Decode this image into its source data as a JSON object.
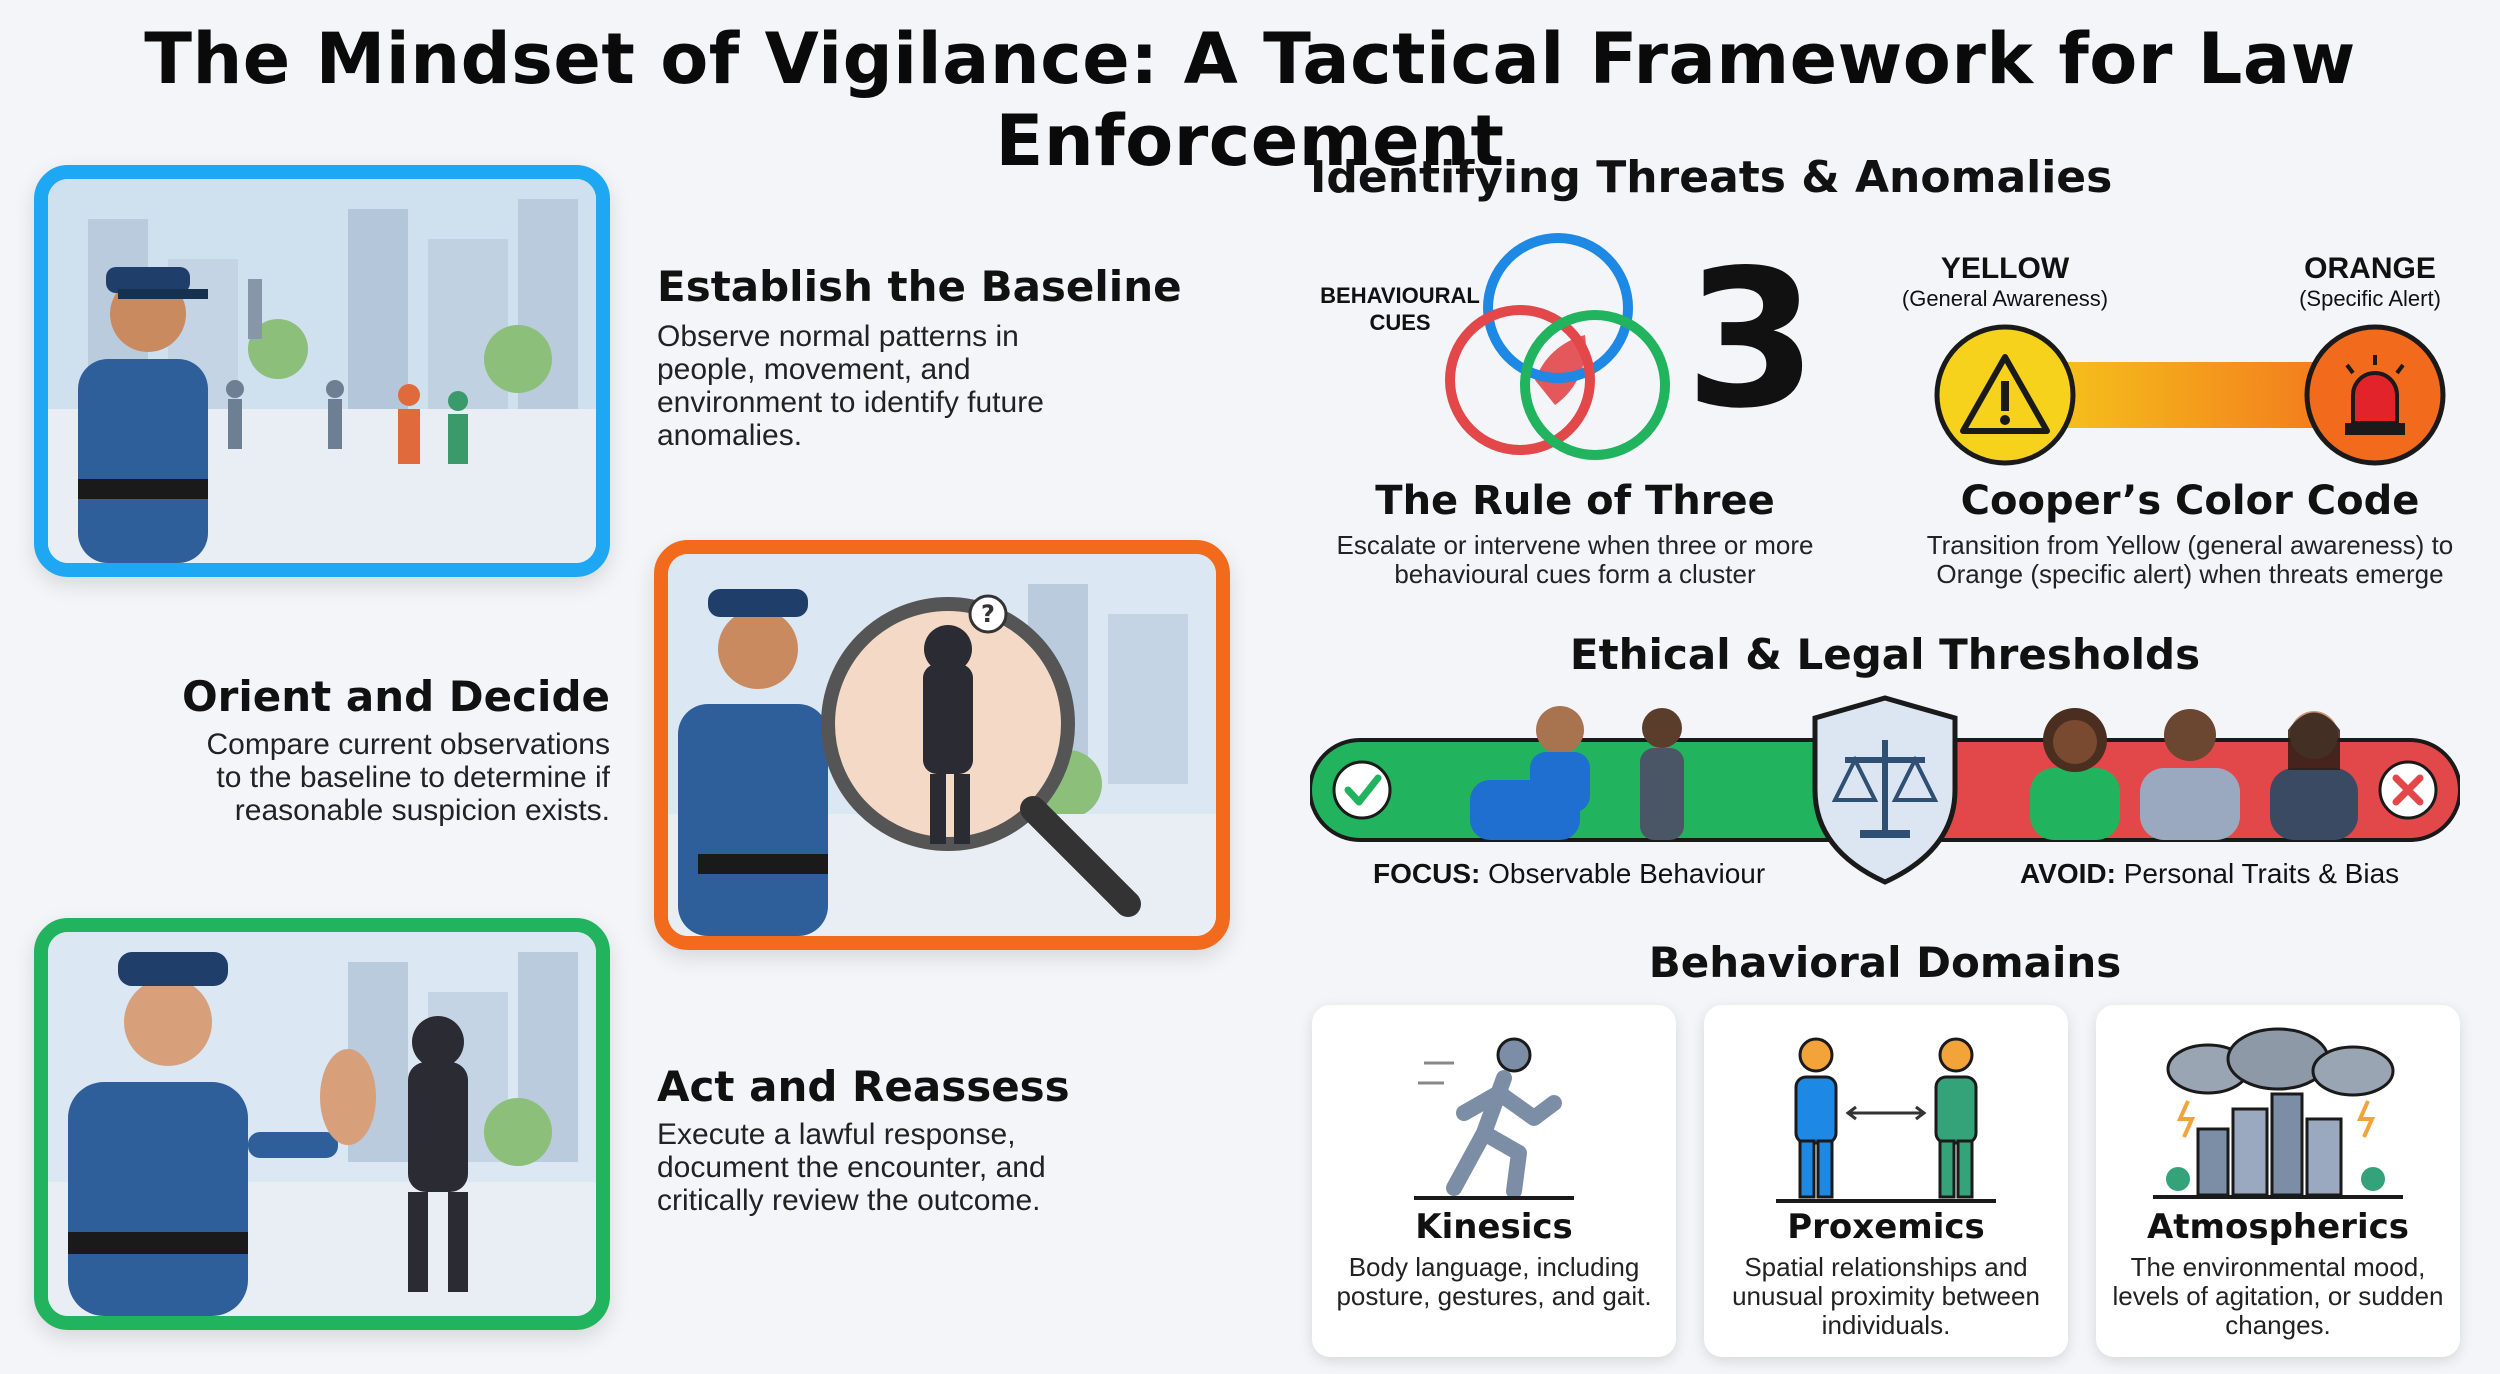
{
  "title": "The Mindset of Vigilance: A Tactical Framework for Law Enforcement",
  "steps": [
    {
      "title": "Establish the Baseline",
      "desc": "Observe normal patterns in people, movement, and environment to identify future anomalies."
    },
    {
      "title": "Orient and Decide",
      "desc": "Compare current observations to the baseline to determine if reasonable suspicion exists."
    },
    {
      "title": "Act and Reassess",
      "desc": "Execute a lawful response, document the encounter, and critically review the outcome."
    }
  ],
  "threats": {
    "heading": "Identifying Threats & Anomalies",
    "rule": {
      "cues_label": "BEHAVIOURAL CUES",
      "number": "3",
      "title": "The Rule of Three",
      "desc": "Escalate or intervene when three or more behavioural cues form a cluster"
    },
    "cooper": {
      "yellow_label": "YELLOW",
      "yellow_sub": "(General Awareness)",
      "orange_label": "ORANGE",
      "orange_sub": "(Specific Alert)",
      "title": "Cooper’s Color Code",
      "desc": "Transition from Yellow (general awareness) to Orange (specific alert) when threats emerge"
    }
  },
  "ethics": {
    "heading": "Ethical & Legal Thresholds",
    "focus_label": "FOCUS:",
    "focus_text": "Observable Behaviour",
    "avoid_label": "AVOID:",
    "avoid_text": "Personal Traits & Bias"
  },
  "domains": {
    "heading": "Behavioral Domains",
    "items": [
      {
        "title": "Kinesics",
        "desc": "Body language, including posture, gestures, and gait."
      },
      {
        "title": "Proxemics",
        "desc": "Spatial relationships and unusual proximity between individuals."
      },
      {
        "title": "Atmospherics",
        "desc": "The environmental mood, levels of agitation, or sudden changes."
      }
    ]
  },
  "colors": {
    "blue": "#1ea7f2",
    "orange": "#f26b1d",
    "green": "#22b35e",
    "red": "#e2474a",
    "yellow": "#f6d21c",
    "police": "#2f5f9a"
  }
}
